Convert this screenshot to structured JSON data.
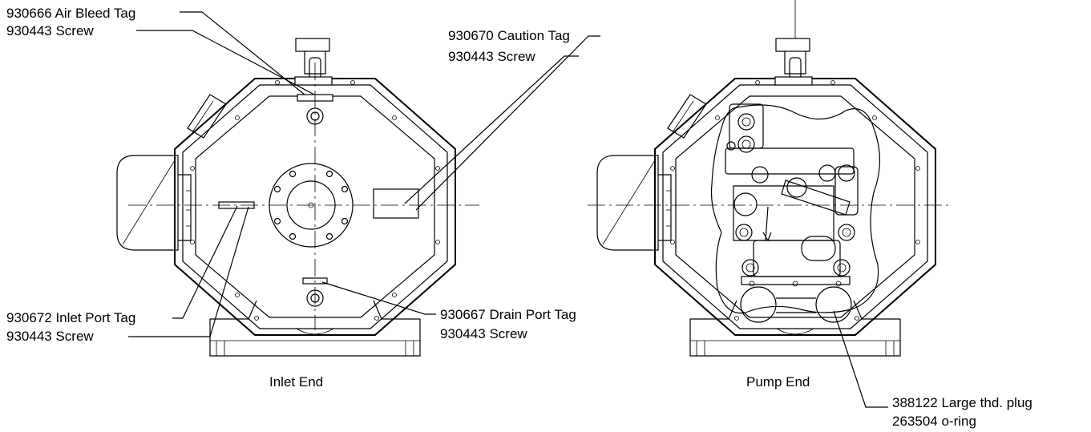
{
  "diagram": {
    "views": {
      "inlet": {
        "caption": "Inlet End"
      },
      "pump": {
        "caption": "Pump End"
      }
    },
    "callouts": {
      "air_bleed": {
        "line1": "930666 Air Bleed Tag",
        "line2": "930443 Screw"
      },
      "caution": {
        "line1": "930670 Caution Tag",
        "line2": "930443 Screw"
      },
      "inlet_port": {
        "line1": "930672 Inlet Port Tag",
        "line2": "930443 Screw"
      },
      "drain_port": {
        "line1": "930667 Drain Port Tag",
        "line2": "930443 Screw"
      },
      "plug": {
        "line1": "388122 Large thd. plug",
        "line2": "263504 o-ring"
      }
    }
  }
}
